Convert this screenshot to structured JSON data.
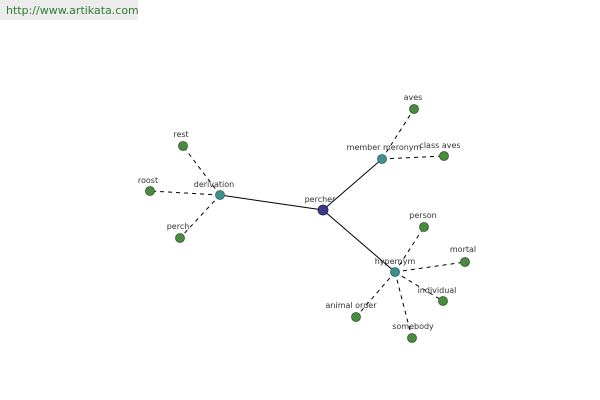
{
  "watermark": "http://www.artikata.com",
  "colors": {
    "center": "#3a3a86",
    "relation": "#3f8f8f",
    "leaf": "#4a8c3f",
    "edge": "#000000",
    "label": "#333333"
  },
  "graph": {
    "center": "percher",
    "relations": [
      {
        "label": "derivation",
        "leaves": [
          "rest",
          "roost",
          "perch"
        ]
      },
      {
        "label": "member meronym",
        "leaves": [
          "aves",
          "class aves"
        ]
      },
      {
        "label": "hypernym",
        "leaves": [
          "person",
          "mortal",
          "individual",
          "somebody",
          "animal order"
        ]
      }
    ]
  }
}
